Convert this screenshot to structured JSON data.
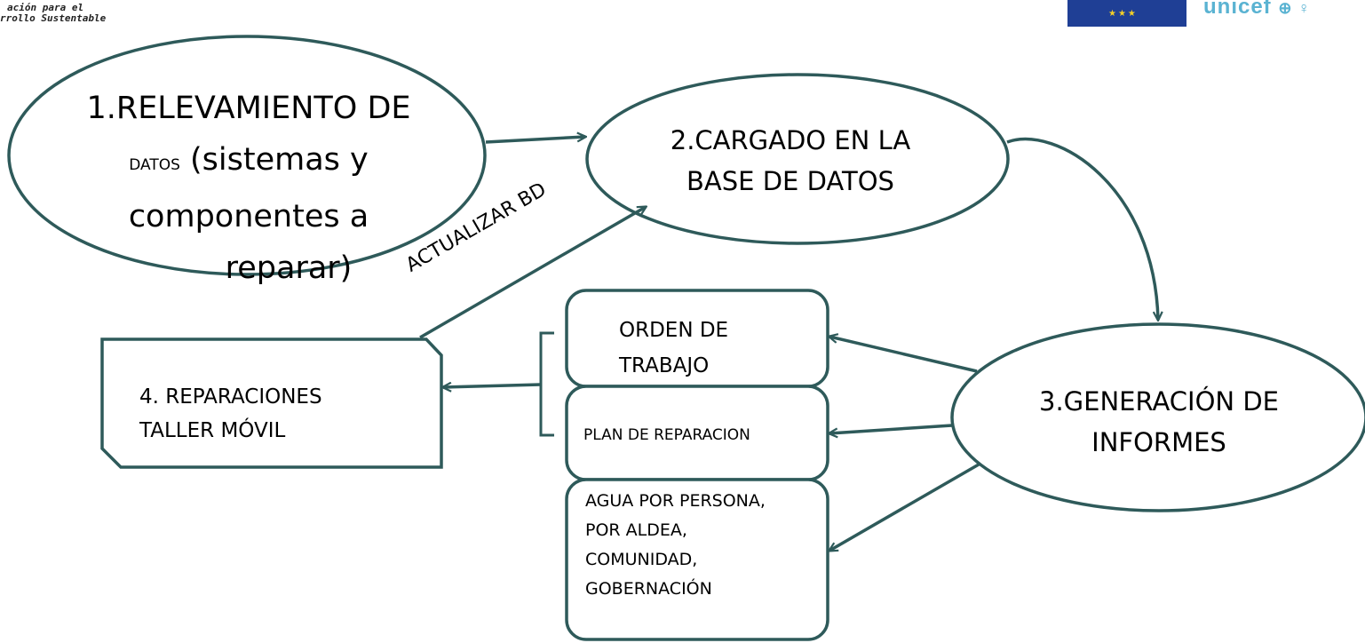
{
  "header": {
    "logo_left": {
      "line1": "ación para el",
      "line2": "rrollo Sustentable"
    },
    "eu_flag": {
      "stars": "★★★"
    },
    "unicef": {
      "text": "unicef"
    }
  },
  "nodes": {
    "step1": {
      "line1": "1.RELEVAMIENTO DE",
      "line2_small": "DATOS",
      "line2_rest": " (sistemas y",
      "line3": "componentes a",
      "line4": "reparar)"
    },
    "step2": {
      "line1": "2.CARGADO EN LA",
      "line2": "BASE DE DATOS"
    },
    "step3": {
      "line1": "3.GENERACIÓN DE",
      "line2": "INFORMES"
    },
    "step4": {
      "line1": "4. REPARACIONES",
      "line2": "TALLER MÓVIL"
    }
  },
  "reports": {
    "orden": {
      "line1": "ORDEN DE",
      "line2": "TRABAJO"
    },
    "plan": {
      "line1": "PLAN DE REPARACION"
    },
    "agua": {
      "line1": "AGUA POR PERSONA,",
      "line2": "POR ALDEA,",
      "line3": "COMUNIDAD,",
      "line4": "GOBERNACIÓN"
    }
  },
  "edges": {
    "update_label": "ACTUALIZAR BD"
  },
  "colors": {
    "stroke": "#2e5a5a",
    "eu_blue": "#1f3f95",
    "eu_star": "#f4d027",
    "unicef": "#5ab3d2"
  }
}
